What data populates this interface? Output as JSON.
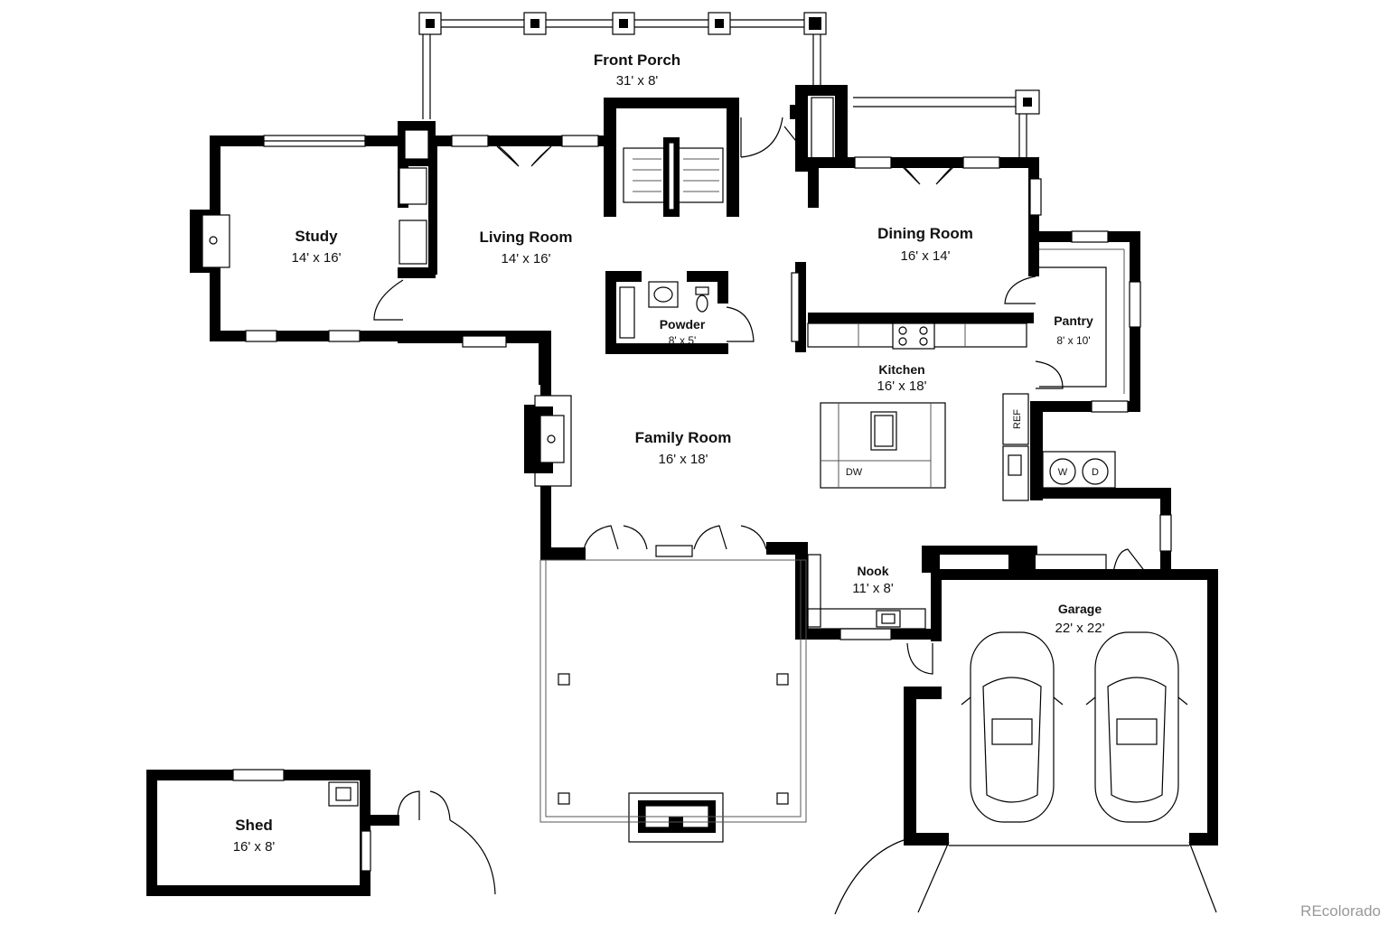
{
  "rooms": {
    "front_porch": {
      "name": "Front Porch",
      "size": "31' x 8'"
    },
    "study": {
      "name": "Study",
      "size": "14' x 16'"
    },
    "living_room": {
      "name": "Living Room",
      "size": "14' x 16'"
    },
    "dining_room": {
      "name": "Dining Room",
      "size": "16' x 14'"
    },
    "powder": {
      "name": "Powder",
      "size": "8' x 5'"
    },
    "pantry": {
      "name": "Pantry",
      "size": "8' x 10'"
    },
    "kitchen": {
      "name": "Kitchen",
      "size": "16' x 18'"
    },
    "family_room": {
      "name": "Family Room",
      "size": "16' x 18'"
    },
    "nook": {
      "name": "Nook",
      "size": "11' x 8'"
    },
    "garage": {
      "name": "Garage",
      "size": "22' x 22'"
    },
    "shed": {
      "name": "Shed",
      "size": "16' x 8'"
    }
  },
  "appliances": {
    "ref": "REF",
    "dw": "DW",
    "washer": "W",
    "dryer": "D"
  },
  "watermark": "REcolorado"
}
